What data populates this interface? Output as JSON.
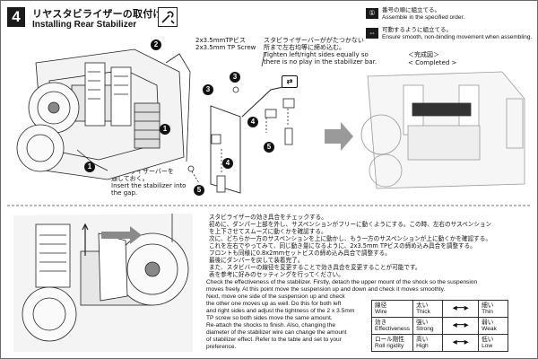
{
  "header": {
    "step_number": "4",
    "title_jp": "リヤスタビライザーの取付け",
    "title_en": "Installing Rear Stabilizer"
  },
  "legend": [
    {
      "jp": "番号の順に組立てる。",
      "en": "Assemble in the specified order."
    },
    {
      "jp": "可動するように組立てる。",
      "en": "Ensure smooth, non-binding movement when assembling."
    }
  ],
  "completed": {
    "jp": "＜完成図＞",
    "en": "< Completed >"
  },
  "callouts": {
    "screw_jp": "2x3.5mmTPビス",
    "screw_en": "2x3.5mm TP Screw",
    "tighten_jp1": "スタビライザーバーががたつかない",
    "tighten_jp2": "所まで左右均等に締め込む。",
    "tighten_en1": "Tighten left/right sides equally so",
    "tighten_en2": "there is no play in the stabilizer bar.",
    "insert_jp1": "スタビライザーバーを",
    "insert_jp2": "通しておく。",
    "insert_en1": "Insert the stabilizer into",
    "insert_en2": "the gap."
  },
  "part_numbers": [
    "1",
    "2",
    "3",
    "4",
    "5"
  ],
  "check": {
    "jp_lines": [
      "スタビライザーの効き具合をチェックする。",
      "初めに、ダンパー上部を外し、サスペンションがフリーに動くようにする。この時、左右のサスペンション",
      "を上下させてスムーズに動くかを確認する。",
      "次に、どちらか一方のサスペンションを上に動かし、もう一方のサスペンションが上に動くかを確認する。",
      "これを左右でやってみて、同じ動き量になるように、2x3.5mm TPビスの締め込み具合を調整する。",
      "フロントも同様に0.8x2mmセットビスの締め込み具合で調整する。",
      "最後にダンパーを戻して装着完了。",
      "また、スタビバーの線径を変更することで効き具合を変更することが可能です。",
      "表を参考に好みのセッティングを行ってください。"
    ],
    "en_wide": [
      "Check the effectiveness of the stabilizer. Firstly, detach the upper mount of the shock so the suspension",
      "moves freely. At this point move the suspension up and down and check it moves smoothly."
    ],
    "en_lines": [
      "Next, move one side of the suspension up and check",
      "the other one moves up as well. Do this for both left",
      "and right sides and adjust the tightness of the 2 x 3.5mm",
      "TP screw so both sides move the same amount.",
      "Re-attach the shocks to finish. Also, changing the",
      "diameter of the stabilizer wire can change the amount",
      "of stabilizer effect. Refer to the table and set to your",
      "preference."
    ]
  },
  "tuning_table": [
    {
      "jp": "線径",
      "en": "Wire",
      "left_jp": "太い",
      "left_en": "Thick",
      "right_jp": "細い",
      "right_en": "Thin"
    },
    {
      "jp": "効き",
      "en": "Effectiveness",
      "left_jp": "強い",
      "left_en": "Strong",
      "right_jp": "弱い",
      "right_en": "Weak"
    },
    {
      "jp": "ロール剛性",
      "en": "Roll rigidity",
      "left_jp": "高い",
      "left_en": "High",
      "right_jp": "低い",
      "right_en": "Low"
    }
  ]
}
